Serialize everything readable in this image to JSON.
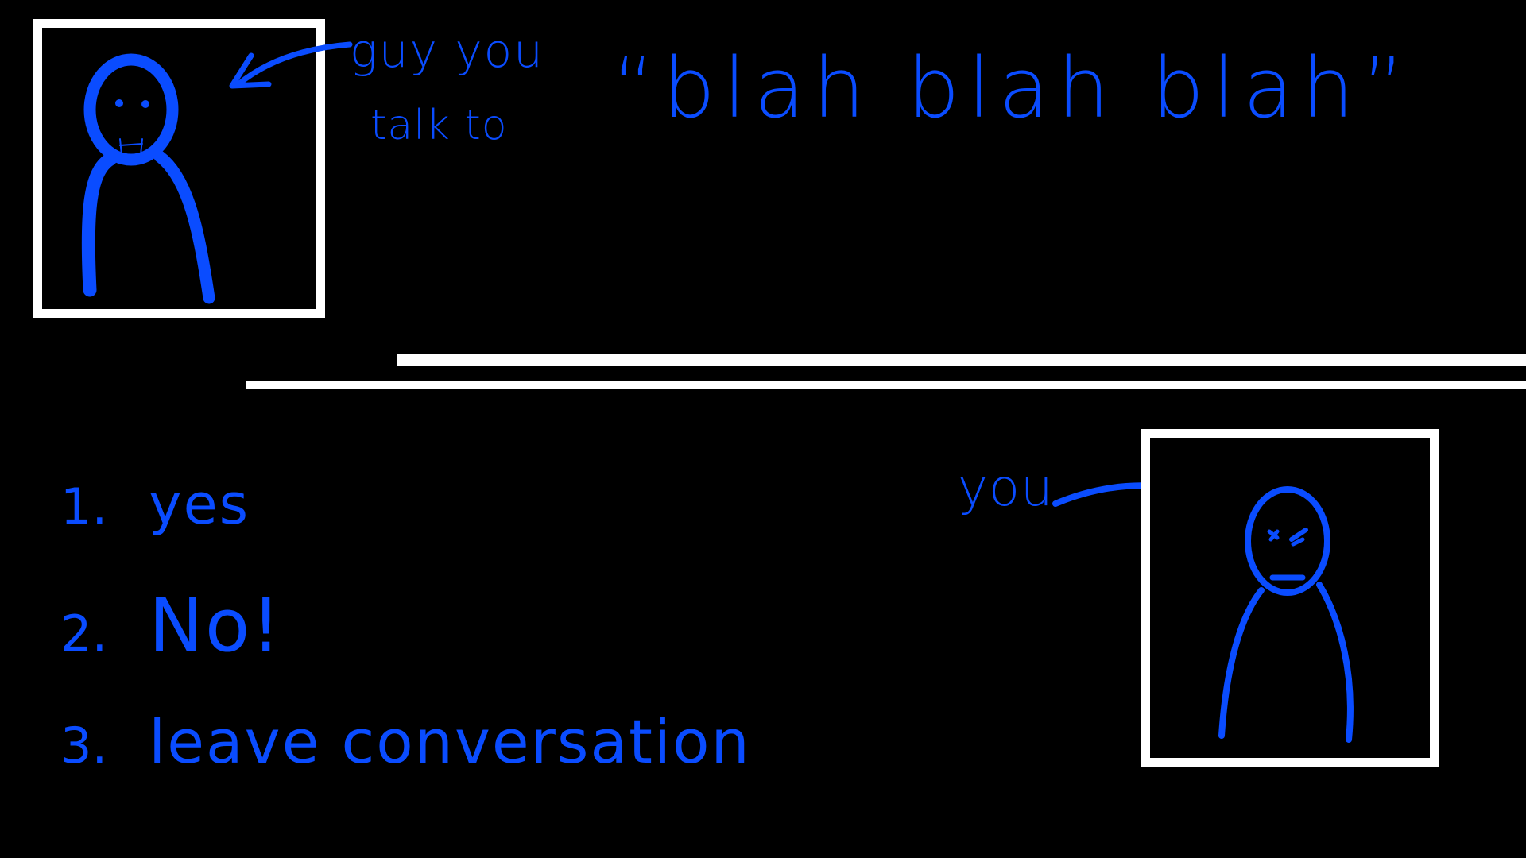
{
  "dialogue": {
    "npc_label_line1": "guy you",
    "npc_label_line2": "talk to",
    "speech": "“blah  blah  blah”"
  },
  "player": {
    "label": "you"
  },
  "options": [
    {
      "number": "1.",
      "label": "yes"
    },
    {
      "number": "2.",
      "label": "No!"
    },
    {
      "number": "3.",
      "label": "leave  conversation"
    }
  ],
  "colors": {
    "background": "#000000",
    "ink": "#0a4cff",
    "frame": "#ffffff"
  },
  "icons": {
    "npc_portrait": "stick-figure-smiling",
    "player_portrait": "stick-figure-angry",
    "npc_pointer": "curved-arrow-left",
    "player_pointer": "curved-arrow-right"
  }
}
